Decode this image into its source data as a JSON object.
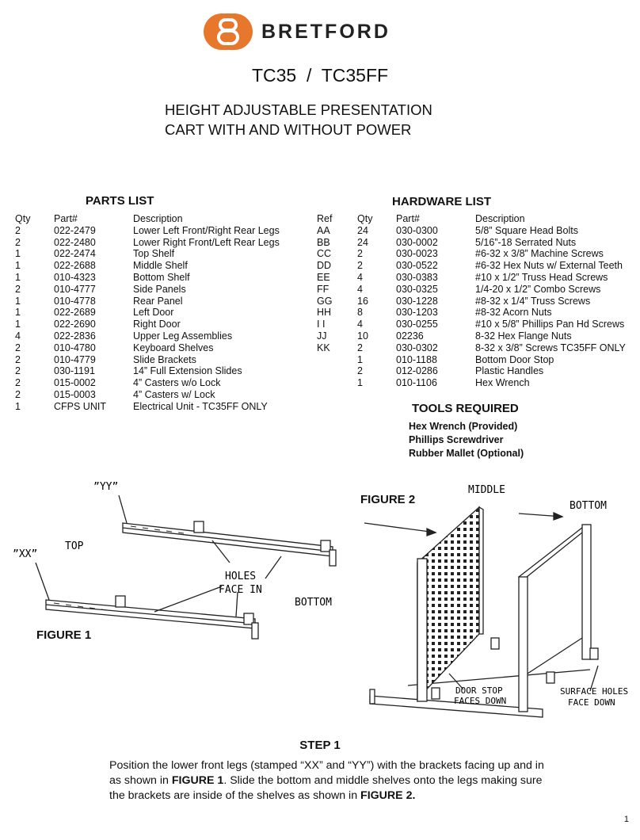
{
  "header": {
    "brand": "BRETFORD",
    "logo_icon": "bretford-8-logo-icon",
    "logo_color": "#E8772E",
    "model": "TC35  /  TC35FF",
    "title_line1": "HEIGHT ADJUSTABLE PRESENTATION",
    "title_line2": "CART WITH AND WITHOUT POWER"
  },
  "parts_list": {
    "heading": "PARTS LIST",
    "columns": [
      "Qty",
      "Part#",
      "Description"
    ],
    "rows": [
      [
        "2",
        "022-2479",
        "Lower Left Front/Right Rear Legs"
      ],
      [
        "2",
        "022-2480",
        "Lower Right Front/Left Rear Legs"
      ],
      [
        "1",
        "022-2474",
        "Top Shelf"
      ],
      [
        "1",
        "022-2688",
        "Middle Shelf"
      ],
      [
        "1",
        "010-4323",
        "Bottom Shelf"
      ],
      [
        "2",
        "010-4777",
        "Side Panels"
      ],
      [
        "1",
        "010-4778",
        "Rear Panel"
      ],
      [
        "1",
        "022-2689",
        "Left Door"
      ],
      [
        "1",
        "022-2690",
        "Right Door"
      ],
      [
        "4",
        "022-2836",
        "Upper Leg Assemblies"
      ],
      [
        "2",
        "010-4780",
        "Keyboard Shelves"
      ],
      [
        "2",
        "010-4779",
        "Slide Brackets"
      ],
      [
        "2",
        "030-1191",
        "14” Full Extension Slides"
      ],
      [
        "2",
        "015-0002",
        "4” Casters w/o Lock"
      ],
      [
        "2",
        "015-0003",
        "4” Casters w/ Lock"
      ],
      [
        "1",
        "CFPS UNIT",
        "Electrical Unit - TC35FF ONLY"
      ]
    ]
  },
  "hardware_list": {
    "heading": "HARDWARE LIST",
    "columns": [
      "Ref",
      "Qty",
      "Part#",
      "Description"
    ],
    "rows": [
      [
        "AA",
        "24",
        "030-0300",
        "5/8” Square Head Bolts"
      ],
      [
        "BB",
        "24",
        "030-0002",
        "5/16”-18 Serrated Nuts"
      ],
      [
        "CC",
        "2",
        "030-0023",
        "#6-32 x 3/8” Machine Screws"
      ],
      [
        "DD",
        "2",
        "030-0522",
        "#6-32 Hex Nuts w/ External Teeth"
      ],
      [
        "EE",
        "4",
        "030-0383",
        "#10 x 1/2” Truss Head Screws"
      ],
      [
        "FF",
        "4",
        "030-0325",
        "1/4-20 x 1/2” Combo Screws"
      ],
      [
        "GG",
        "16",
        "030-1228",
        "#8-32 x 1/4” Truss Screws"
      ],
      [
        "HH",
        "8",
        "030-1203",
        "#8-32 Acorn Nuts"
      ],
      [
        "I I",
        "4",
        "030-0255",
        "#10 x 5/8” Phillips Pan Hd Screws"
      ],
      [
        "JJ",
        "10",
        "02236",
        "8-32 Hex Flange Nuts"
      ],
      [
        "KK",
        "2",
        "030-0302",
        "8-32 x 3/8” Screws TC35FF ONLY"
      ],
      [
        "",
        "1",
        "010-1188",
        "Bottom Door Stop"
      ],
      [
        "",
        "2",
        "012-0286",
        "Plastic Handles"
      ],
      [
        "",
        "1",
        "010-1106",
        "Hex Wrench"
      ]
    ]
  },
  "tools": {
    "heading": "TOOLS REQUIRED",
    "items": [
      "Hex Wrench (Provided)",
      "Phillips Screwdriver",
      "Rubber Mallet (Optional)"
    ]
  },
  "figure1": {
    "label": "FIGURE 1",
    "callouts": {
      "yy": "”YY”",
      "xx": "”XX”",
      "top": "TOP",
      "holes1": "HOLES",
      "holes2": "FACE IN",
      "bottom": "BOTTOM"
    }
  },
  "figure2": {
    "label": "FIGURE 2",
    "callouts": {
      "middle": "MIDDLE",
      "bottom": "BOTTOM",
      "door1": "DOOR STOP",
      "door2": "FACES DOWN",
      "surf1": "SURFACE HOLES",
      "surf2": "FACE DOWN"
    }
  },
  "step": {
    "title": "STEP 1",
    "text_parts": [
      "Position the lower front legs (stamped “XX” and “YY”) with the brackets facing up and in as shown in ",
      "FIGURE 1",
      ".  Slide the bottom and middle shelves onto the legs making sure the brackets are inside of the shelves as shown in ",
      "FIGURE 2."
    ]
  },
  "page_number": "1"
}
